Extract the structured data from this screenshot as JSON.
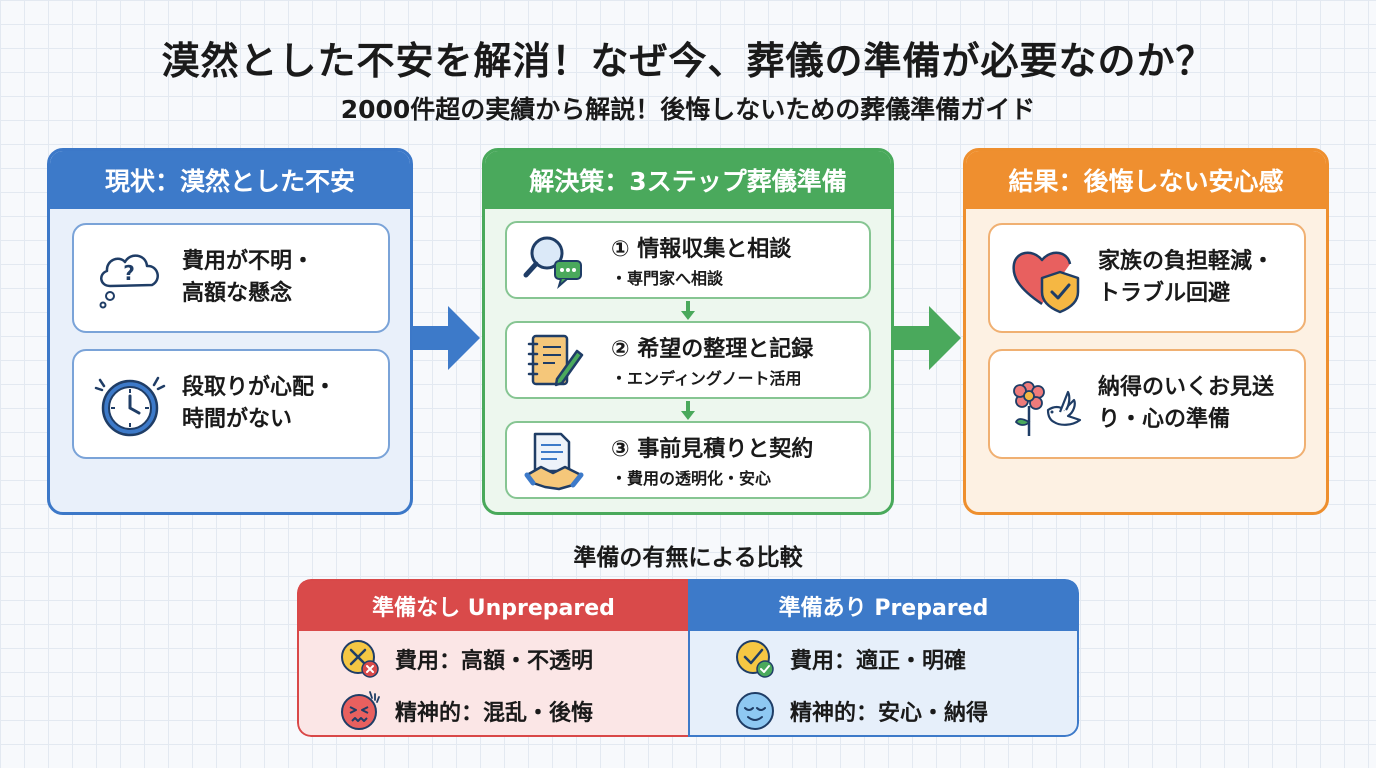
{
  "header": {
    "title": "漠然とした不安を解消！なぜ今、葬儀の準備が必要なのか？",
    "subtitle": "2000件超の実績から解説！後悔しないための葬儀準備ガイド"
  },
  "current": {
    "title": "現状：漠然とした不安",
    "items": [
      {
        "icon": "question-cloud-icon",
        "line1": "費用が不明・",
        "line2": "高額な懸念"
      },
      {
        "icon": "alarm-clock-icon",
        "line1": "段取りが心配・",
        "line2": "時間がない"
      }
    ]
  },
  "solution": {
    "title": "解決策：3ステップ葬儀準備",
    "steps": [
      {
        "icon": "magnifier-chat-icon",
        "title": "① 情報収集と相談",
        "sub": "・専門家へ相談"
      },
      {
        "icon": "notebook-pen-icon",
        "title": "② 希望の整理と記録",
        "sub": "・エンディングノート活用"
      },
      {
        "icon": "document-handshake-icon",
        "title": "③ 事前見積りと契約",
        "sub": "・費用の透明化・安心"
      }
    ]
  },
  "result": {
    "title": "結果：後悔しない安心感",
    "items": [
      {
        "icon": "heart-shield-icon",
        "line1": "家族の負担軽減・",
        "line2": "トラブル回避"
      },
      {
        "icon": "flower-dove-icon",
        "line1": "納得のいくお見送",
        "line2": "り・心の準備"
      }
    ]
  },
  "comparison": {
    "title": "準備の有無による比較",
    "unprepared": {
      "label": "準備なし Unprepared",
      "rows": [
        {
          "icon": "cross-face-icon",
          "text": "費用：高額・不透明"
        },
        {
          "icon": "stressed-face-icon",
          "text": "精神的：混乱・後悔"
        }
      ]
    },
    "prepared": {
      "label": "準備あり Prepared",
      "rows": [
        {
          "icon": "check-face-icon",
          "text": "費用：適正・明確"
        },
        {
          "icon": "calm-face-icon",
          "text": "精神的：安心・納得"
        }
      ]
    }
  },
  "colors": {
    "current": "#3d7ac9",
    "solution": "#4aa95c",
    "result": "#ef8f2f",
    "unprepared": "#d94a4a",
    "prepared": "#3d7ac9"
  }
}
